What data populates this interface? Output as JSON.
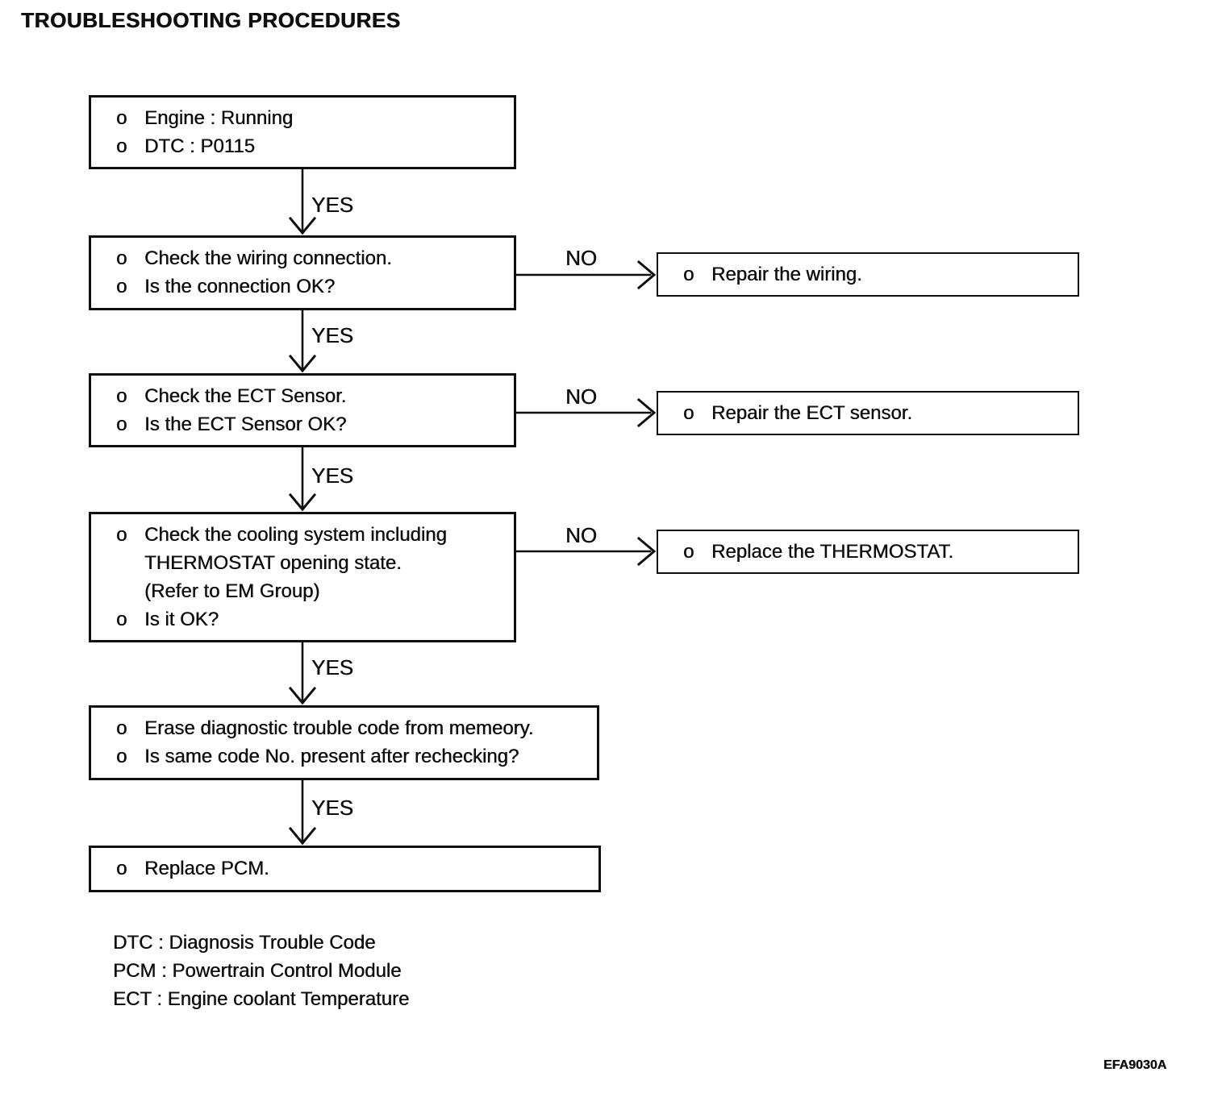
{
  "page": {
    "title": "TROUBLESHOOTING PROCEDURES",
    "figure_code": "EFA9030A",
    "bullet": "o"
  },
  "labels": {
    "yes": "YES",
    "no": "NO"
  },
  "flow": {
    "steps": [
      {
        "name": "start-conditions",
        "lines": [
          "Engine : Running",
          "DTC : P0115"
        ]
      },
      {
        "name": "check-wiring",
        "lines": [
          "Check the wiring connection.",
          "Is the connection OK?"
        ]
      },
      {
        "name": "check-ect-sensor",
        "lines": [
          "Check the ECT Sensor.",
          "Is the ECT Sensor OK?"
        ]
      },
      {
        "name": "check-cooling-system",
        "lines": [
          "Check the cooling system including",
          "THERMOSTAT opening state.",
          "(Refer to EM Group)",
          "Is it OK?"
        ]
      },
      {
        "name": "erase-dtc",
        "lines": [
          "Erase diagnostic trouble code from memeory.",
          "Is same code No. present after rechecking?"
        ]
      },
      {
        "name": "replace-pcm",
        "lines": [
          "Replace PCM."
        ]
      }
    ],
    "side_steps": [
      {
        "name": "repair-wiring",
        "text": "Repair the wiring."
      },
      {
        "name": "repair-ect-sensor",
        "text": "Repair the ECT sensor."
      },
      {
        "name": "replace-thermostat",
        "text": "Replace the THERMOSTAT."
      }
    ]
  },
  "legend": {
    "lines": [
      "DTC : Diagnosis Trouble Code",
      "PCM : Powertrain Control Module",
      "ECT : Engine coolant Temperature"
    ]
  },
  "colors": {
    "ink": "#0f0f0f",
    "paper": "#ffffff"
  }
}
